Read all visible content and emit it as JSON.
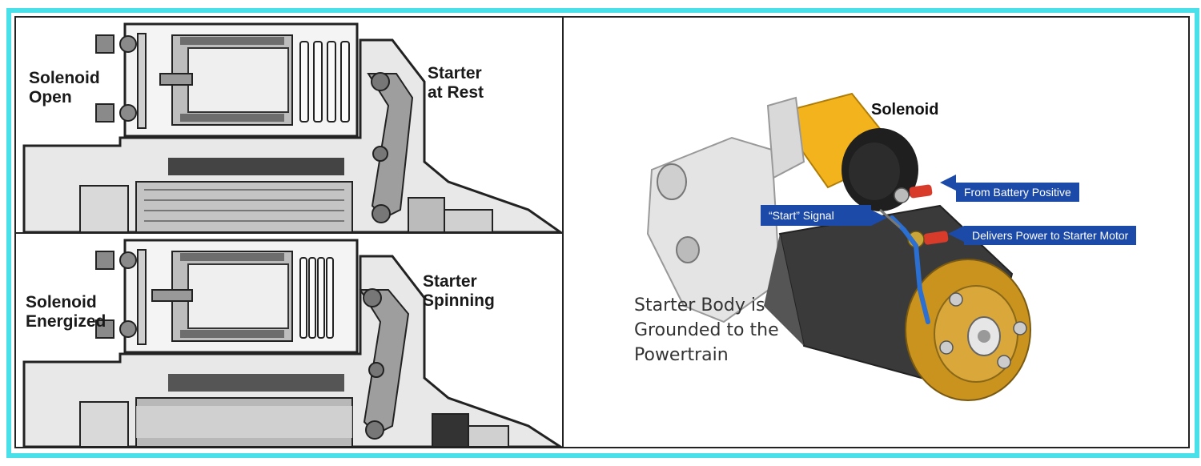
{
  "top_panel": {
    "left_label": [
      "Solenoid",
      "Open"
    ],
    "right_label": [
      "Starter",
      "at Rest"
    ]
  },
  "bottom_panel": {
    "left_label": [
      "Solenoid",
      "Energized"
    ],
    "right_label": [
      "Starter",
      "Spinning"
    ]
  },
  "right_panel": {
    "solenoid_label": "Solenoid",
    "callouts": {
      "battery": "From Battery Positive",
      "start_signal": "“Start” Signal",
      "delivers": "Delivers Power to Starter Motor"
    },
    "ground_text": [
      "Starter Body is",
      "Grounded to the",
      "Powertrain"
    ]
  },
  "colors": {
    "frame": "#49e0ea",
    "callout_bg": "#1c4aa8",
    "solenoid_yellow": "#f2b31c",
    "end_cap_gold": "#c9931e",
    "motor_body": "#3a3a3a",
    "terminal_red": "#d93b2b",
    "wire_blue": "#2a6fd1"
  }
}
